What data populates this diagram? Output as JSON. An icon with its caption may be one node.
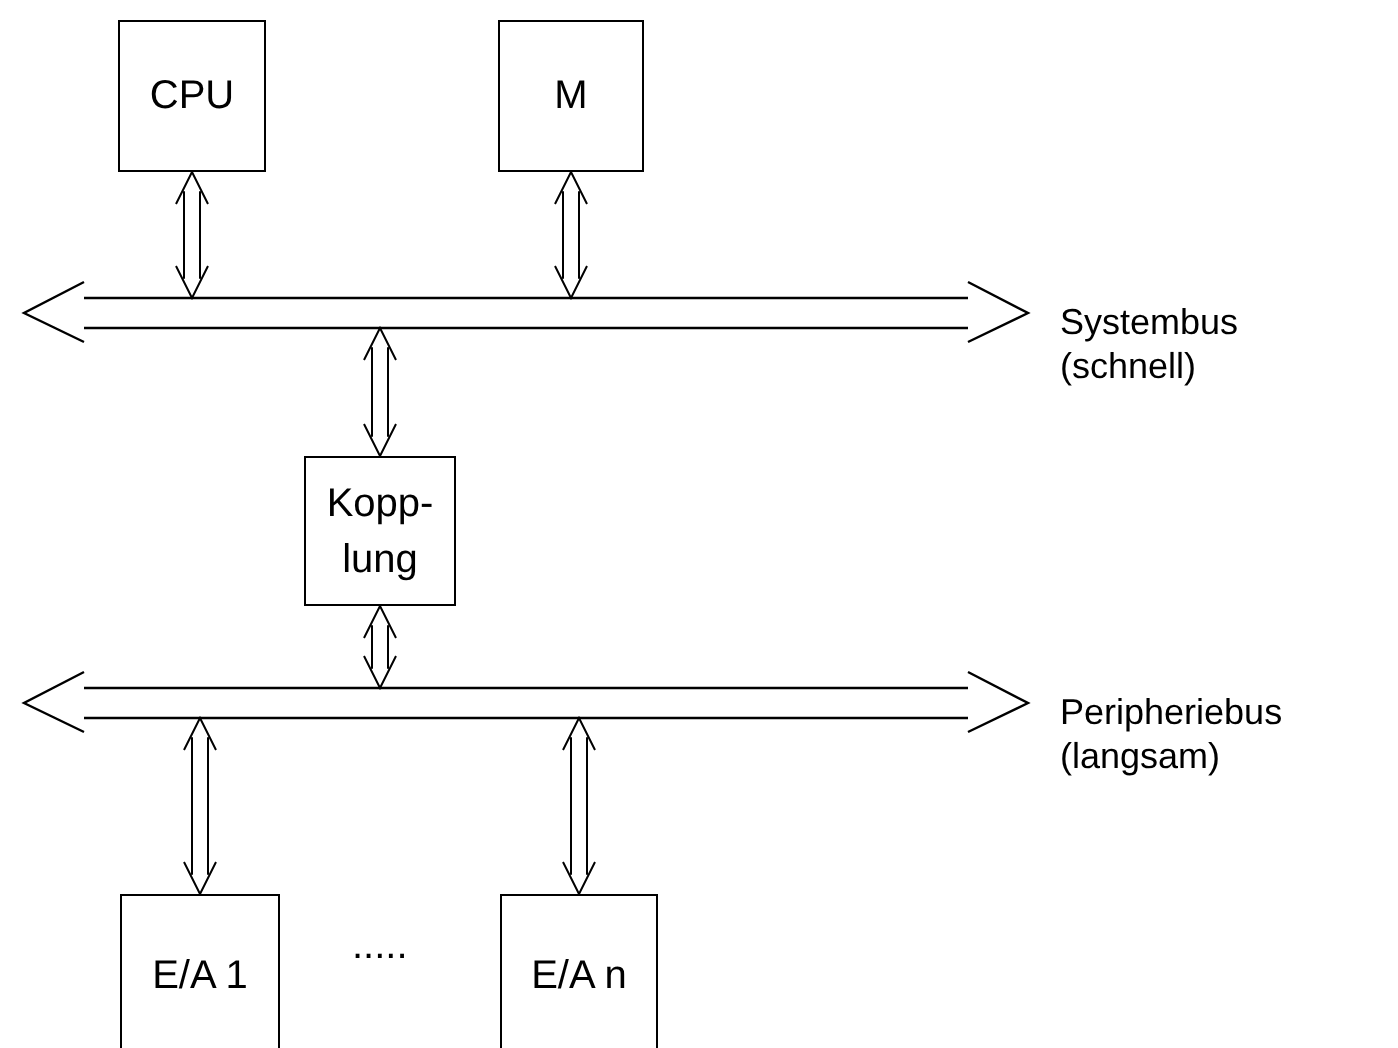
{
  "diagram": {
    "nodes": [
      {
        "text": [
          "CPU"
        ]
      },
      {
        "text": [
          "M"
        ]
      },
      {
        "text": [],
        "shape": "bar",
        "beside": [
          "Systembus (schnell)"
        ]
      },
      {
        "text": [
          "Kopp-lung"
        ]
      },
      {
        "text": [],
        "shape": "bar",
        "beside": [
          "Peripheriebus (langsam)"
        ]
      },
      {
        "text": [
          "E/A 1"
        ]
      },
      {
        "text": [
          "E/A n"
        ]
      }
    ],
    "edges": [
      {
        "from": 0,
        "to": 2,
        "arrow": "both"
      },
      {
        "from": 1,
        "to": 2,
        "arrow": "both"
      },
      {
        "from": 2,
        "to": 3,
        "arrow": "both"
      },
      {
        "from": 3,
        "to": 4,
        "arrow": "both"
      },
      {
        "from": 4,
        "to": 5,
        "arrow": "both"
      },
      {
        "from": 4,
        "to": 6,
        "arrow": "both"
      }
    ],
    "labels": [
      "....."
    ]
  }
}
